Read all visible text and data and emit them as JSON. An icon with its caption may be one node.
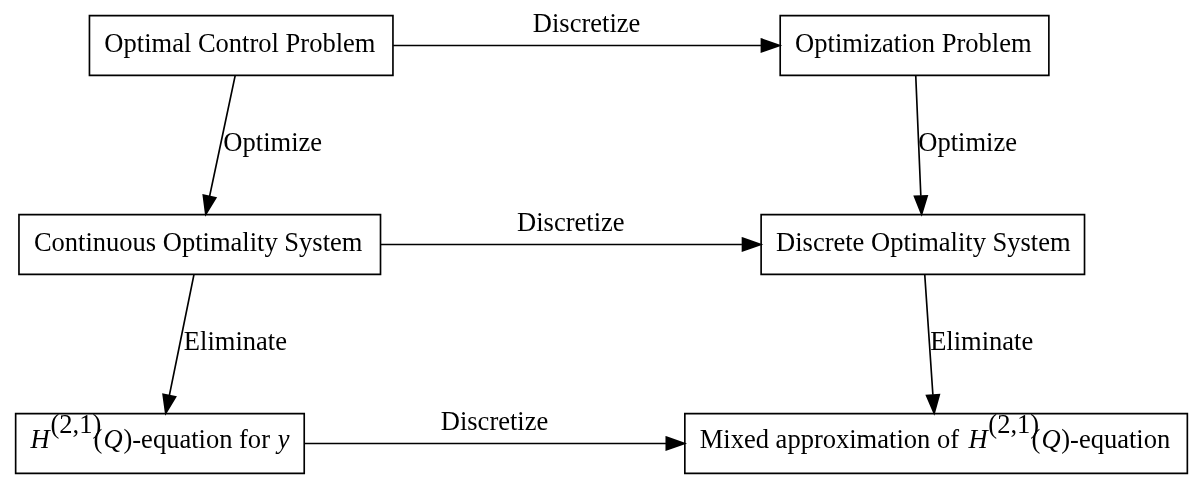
{
  "diagram": {
    "nodes": [
      {
        "text": [
          "Optimal Control Problem"
        ]
      },
      {
        "text": [
          "Optimization Problem"
        ]
      },
      {
        "text": [
          "Continuous Optimality System"
        ]
      },
      {
        "text": [
          "Discrete Optimality System"
        ]
      },
      {
        "text": [
          "*H*$^{(2,1)}$(*Q*)-equation for *y*"
        ]
      },
      {
        "text": [
          "Mixed approximation of *H*$^{(2,1)}$(*Q*)-equation"
        ]
      }
    ],
    "edges": [
      {
        "from": 0,
        "to": 1,
        "arrow": "to",
        "label": "Discretize"
      },
      {
        "from": 0,
        "to": 2,
        "arrow": "to",
        "label": "Optimize"
      },
      {
        "from": 1,
        "to": 3,
        "arrow": "to",
        "label": "Optimize"
      },
      {
        "from": 2,
        "to": 3,
        "arrow": "to",
        "label": "Discretize"
      },
      {
        "from": 2,
        "to": 4,
        "arrow": "to",
        "label": "Eliminate"
      },
      {
        "from": 3,
        "to": 5,
        "arrow": "to",
        "label": "Eliminate"
      },
      {
        "from": 4,
        "to": 5,
        "arrow": "to",
        "label": "Discretize"
      }
    ]
  }
}
